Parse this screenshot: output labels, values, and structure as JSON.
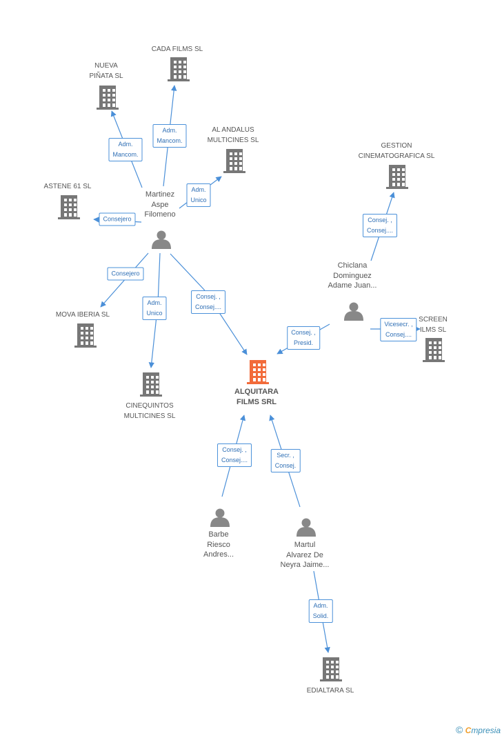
{
  "colors": {
    "company": "#777777",
    "main_company": "#f26b3a",
    "person": "#888888",
    "edge": "#4a8fd8",
    "label_text": "#555555"
  },
  "nodes": [
    {
      "id": "nueva",
      "type": "company",
      "lines": [
        "NUEVA",
        "PIÑATA  SL"
      ]
    },
    {
      "id": "cada",
      "type": "company",
      "lines": [
        "CADA FILMS SL"
      ]
    },
    {
      "id": "alandalus",
      "type": "company",
      "lines": [
        "AL ANDALUS",
        "MULTICINES SL"
      ]
    },
    {
      "id": "gestion",
      "type": "company",
      "lines": [
        "GESTION",
        "CINEMATOGRAFICA SL"
      ]
    },
    {
      "id": "astene",
      "type": "company",
      "lines": [
        "ASTENE 61 SL"
      ]
    },
    {
      "id": "martinez",
      "type": "person",
      "lines": [
        "Martinez",
        "Aspe",
        "Filomeno"
      ]
    },
    {
      "id": "chiclana",
      "type": "person",
      "lines": [
        "Chiclana",
        "Dominguez",
        "Adame Juan..."
      ]
    },
    {
      "id": "mova",
      "type": "company",
      "lines": [
        "MOVA IBERIA SL"
      ]
    },
    {
      "id": "screen",
      "type": "company",
      "lines": [
        "SCREEN",
        "ILMS SL"
      ]
    },
    {
      "id": "alquitara",
      "type": "main",
      "lines": [
        "ALQUITARA",
        "FILMS SRL"
      ]
    },
    {
      "id": "cinequintos",
      "type": "company",
      "lines": [
        "CINEQUINTOS",
        "MULTICINES SL"
      ]
    },
    {
      "id": "barbe",
      "type": "person",
      "lines": [
        "Barbe",
        "Riesco",
        "Andres..."
      ]
    },
    {
      "id": "martul",
      "type": "person",
      "lines": [
        "Martul",
        "Alvarez De",
        "Neyra Jaime..."
      ]
    },
    {
      "id": "edialtara",
      "type": "company",
      "lines": [
        "EDIALTARA  SL"
      ]
    }
  ],
  "edges": [
    {
      "from": "martinez",
      "to": "nueva",
      "lines": [
        "Adm.",
        "Mancom."
      ]
    },
    {
      "from": "martinez",
      "to": "cada",
      "lines": [
        "Adm.",
        "Mancom."
      ]
    },
    {
      "from": "martinez",
      "to": "alandalus",
      "lines": [
        "Adm.",
        "Unico"
      ]
    },
    {
      "from": "martinez",
      "to": "astene",
      "lines": [
        "Consejero"
      ]
    },
    {
      "from": "martinez",
      "to": "mova",
      "lines": [
        "Consejero"
      ]
    },
    {
      "from": "martinez",
      "to": "cinequintos",
      "lines": [
        "Adm.",
        "Unico"
      ]
    },
    {
      "from": "martinez",
      "to": "alquitara",
      "lines": [
        "Consej. ,",
        "Consej...."
      ]
    },
    {
      "from": "chiclana",
      "to": "gestion",
      "lines": [
        "Consej. ,",
        "Consej...."
      ]
    },
    {
      "from": "chiclana",
      "to": "alquitara",
      "lines": [
        "Consej. ,",
        "Presid."
      ]
    },
    {
      "from": "chiclana",
      "to": "screen",
      "lines": [
        "Vicesecr. ,",
        "Consej...."
      ]
    },
    {
      "from": "barbe",
      "to": "alquitara",
      "lines": [
        "Consej. ,",
        "Consej...."
      ]
    },
    {
      "from": "martul",
      "to": "alquitara",
      "lines": [
        "Secr. ,",
        "Consej."
      ]
    },
    {
      "from": "martul",
      "to": "edialtara",
      "lines": [
        "Adm.",
        "Solid."
      ]
    }
  ],
  "footer": {
    "copyright": "©",
    "brand_initial": "C",
    "brand_rest": "mpresia"
  }
}
